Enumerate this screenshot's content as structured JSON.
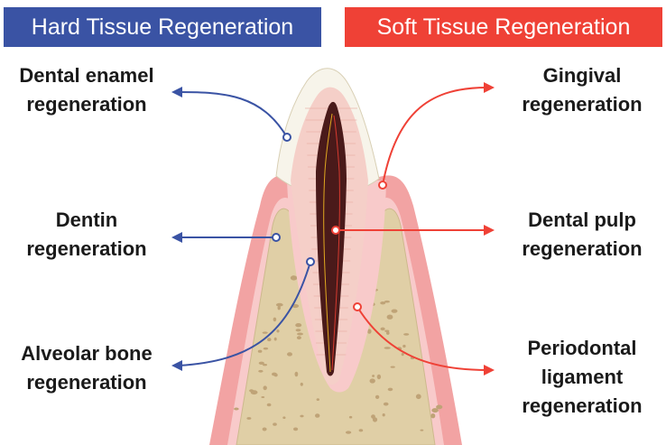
{
  "colors": {
    "hard": "#3a53a4",
    "soft": "#ef4136",
    "gum": "#f2a3a3",
    "gum_light": "#f8caca",
    "bone": "#e0cfa6",
    "bone_spot": "#bfa377",
    "enamel": "#f7f4ea",
    "dentin": "#f5cfc8",
    "pulp": "#4a1a1a"
  },
  "banners": {
    "hard": "Hard Tissue Regeneration",
    "soft": "Soft Tissue Regeneration"
  },
  "labels": {
    "enamel": "Dental enamel\nregeneration",
    "dentin": "Dentin\nregeneration",
    "bone": "Alveolar bone\nregeneration",
    "gingival": "Gingival\nregeneration",
    "pulp": "Dental pulp\nregeneration",
    "periodontal": "Periodontal\nligament\nregeneration"
  }
}
